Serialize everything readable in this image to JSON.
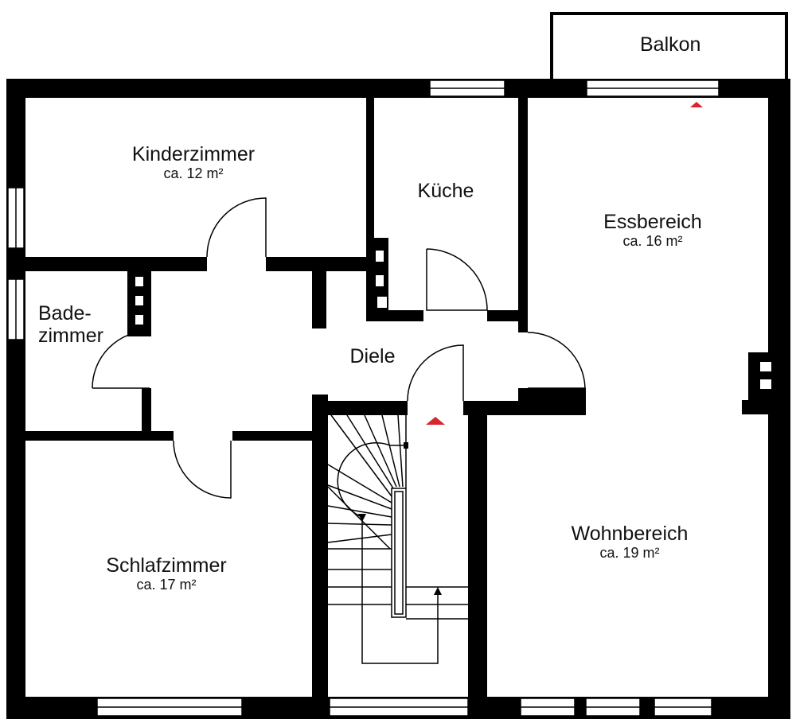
{
  "plan": {
    "balcony": "Balkon",
    "rooms": [
      {
        "id": "kinderzimmer",
        "name": "Kinderzimmer",
        "area": "ca. 12 m²"
      },
      {
        "id": "kueche",
        "name": "Küche",
        "area": ""
      },
      {
        "id": "essbereich",
        "name": "Essbereich",
        "area": "ca. 16 m²"
      },
      {
        "id": "badezimmer",
        "name_line1": "Bade-",
        "name_line2": "zimmer",
        "area": ""
      },
      {
        "id": "diele",
        "name": "Diele",
        "area": ""
      },
      {
        "id": "schlafzimmer",
        "name": "Schlafzimmer",
        "area": "ca. 17 m²"
      },
      {
        "id": "wohnbereich",
        "name": "Wohnbereich",
        "area": "ca. 19 m²"
      }
    ],
    "colors": {
      "wall": "#000000",
      "marker": "#d9262c",
      "background": "#ffffff"
    }
  }
}
